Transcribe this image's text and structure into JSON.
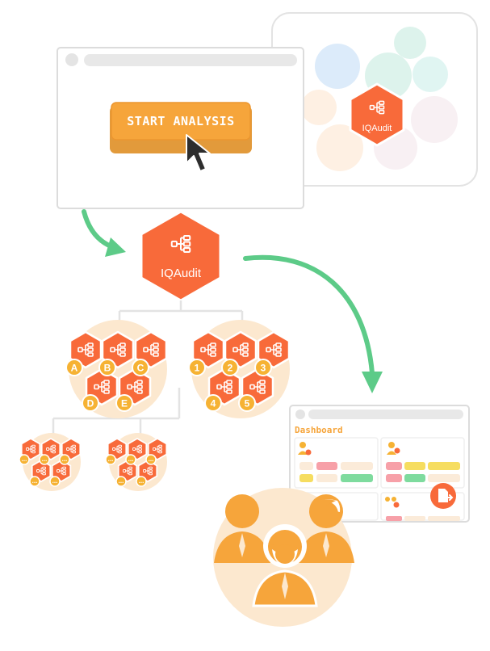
{
  "colors": {
    "brand_orange": "#F86A3A",
    "button_orange": "#F4A43A",
    "badge_yellow": "#F6B233",
    "arrow_green": "#5DCB88",
    "peach_bg": "#FCE8CF",
    "cursor": "#2D2D2D"
  },
  "start_button": {
    "label": "START ANALYSIS"
  },
  "brand": {
    "name": "IQAudit",
    "icon": "hierarchy-tree-icon"
  },
  "group_letters": {
    "badges": [
      "A",
      "B",
      "C",
      "D",
      "E"
    ]
  },
  "group_numbers": {
    "badges": [
      "1",
      "2",
      "3",
      "4",
      "5"
    ]
  },
  "subgroup_badge": "...",
  "dashboard": {
    "title": "Dashboard",
    "export_icon": "document-export-icon"
  },
  "people": {
    "icon": "team-people-icon"
  }
}
